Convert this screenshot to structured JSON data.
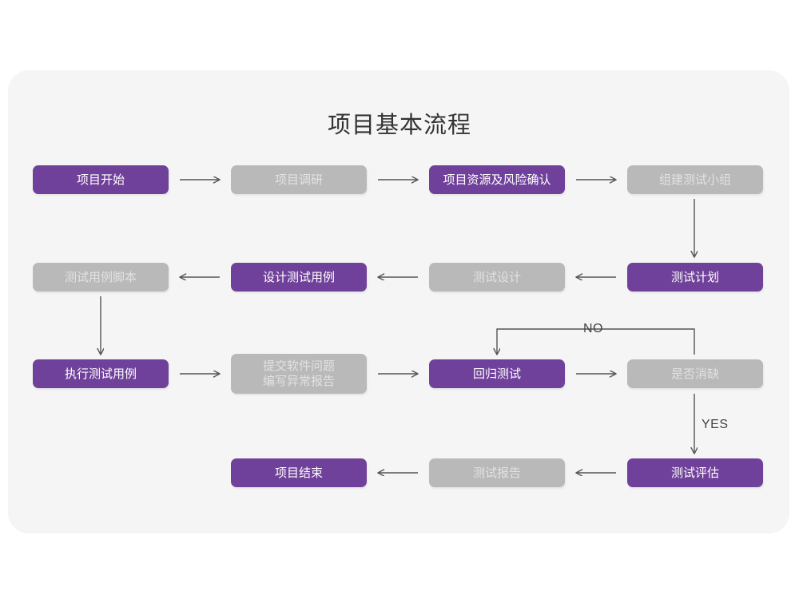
{
  "page": {
    "title": "项目基本流程",
    "background": "#ffffff",
    "card_background": "#f5f5f5",
    "accent_purple": "#70419a",
    "muted_gray": "#b9b9b9",
    "connector_color": "#555555"
  },
  "chart_data": {
    "type": "diagram",
    "title": "项目基本流程",
    "nodes": [
      {
        "id": "n1",
        "label": "项目开始",
        "state": "active",
        "row": 1,
        "col": 1
      },
      {
        "id": "n2",
        "label": "项目调研",
        "state": "muted",
        "row": 1,
        "col": 2
      },
      {
        "id": "n3",
        "label": "项目资源及风险确认",
        "state": "active",
        "row": 1,
        "col": 3
      },
      {
        "id": "n4",
        "label": "组建测试小组",
        "state": "muted",
        "row": 1,
        "col": 4
      },
      {
        "id": "n5",
        "label": "测试用例脚本",
        "state": "muted",
        "row": 2,
        "col": 1
      },
      {
        "id": "n6",
        "label": "设计测试用例",
        "state": "active",
        "row": 2,
        "col": 2
      },
      {
        "id": "n7",
        "label": "测试设计",
        "state": "muted",
        "row": 2,
        "col": 3
      },
      {
        "id": "n8",
        "label": "测试计划",
        "state": "active",
        "row": 2,
        "col": 4
      },
      {
        "id": "n9",
        "label": "执行测试用例",
        "state": "active",
        "row": 3,
        "col": 1
      },
      {
        "id": "n10",
        "label": "提交软件问题\n编写异常报告",
        "state": "muted",
        "row": 3,
        "col": 2
      },
      {
        "id": "n11",
        "label": "回归测试",
        "state": "active",
        "row": 3,
        "col": 3
      },
      {
        "id": "n12",
        "label": "是否消缺",
        "state": "muted",
        "row": 3,
        "col": 4
      },
      {
        "id": "n13",
        "label": "项目结束",
        "state": "active",
        "row": 4,
        "col": 2
      },
      {
        "id": "n14",
        "label": "测试报告",
        "state": "muted",
        "row": 4,
        "col": 3
      },
      {
        "id": "n15",
        "label": "测试评估",
        "state": "active",
        "row": 4,
        "col": 4
      }
    ],
    "edges": [
      {
        "from": "n1",
        "to": "n2",
        "label": "",
        "dir": "right"
      },
      {
        "from": "n2",
        "to": "n3",
        "label": "",
        "dir": "right"
      },
      {
        "from": "n3",
        "to": "n4",
        "label": "",
        "dir": "right"
      },
      {
        "from": "n4",
        "to": "n8",
        "label": "",
        "dir": "down"
      },
      {
        "from": "n8",
        "to": "n7",
        "label": "",
        "dir": "left"
      },
      {
        "from": "n7",
        "to": "n6",
        "label": "",
        "dir": "left"
      },
      {
        "from": "n6",
        "to": "n5",
        "label": "",
        "dir": "left"
      },
      {
        "from": "n5",
        "to": "n9",
        "label": "",
        "dir": "down"
      },
      {
        "from": "n9",
        "to": "n10",
        "label": "",
        "dir": "right"
      },
      {
        "from": "n10",
        "to": "n11",
        "label": "",
        "dir": "right"
      },
      {
        "from": "n11",
        "to": "n12",
        "label": "",
        "dir": "right"
      },
      {
        "from": "n12",
        "to": "n11",
        "label": "NO",
        "dir": "loop-up-left-down"
      },
      {
        "from": "n12",
        "to": "n15",
        "label": "YES",
        "dir": "down"
      },
      {
        "from": "n15",
        "to": "n14",
        "label": "",
        "dir": "left"
      },
      {
        "from": "n14",
        "to": "n13",
        "label": "",
        "dir": "left"
      }
    ],
    "edge_labels": {
      "no": "NO",
      "yes": "YES"
    }
  }
}
